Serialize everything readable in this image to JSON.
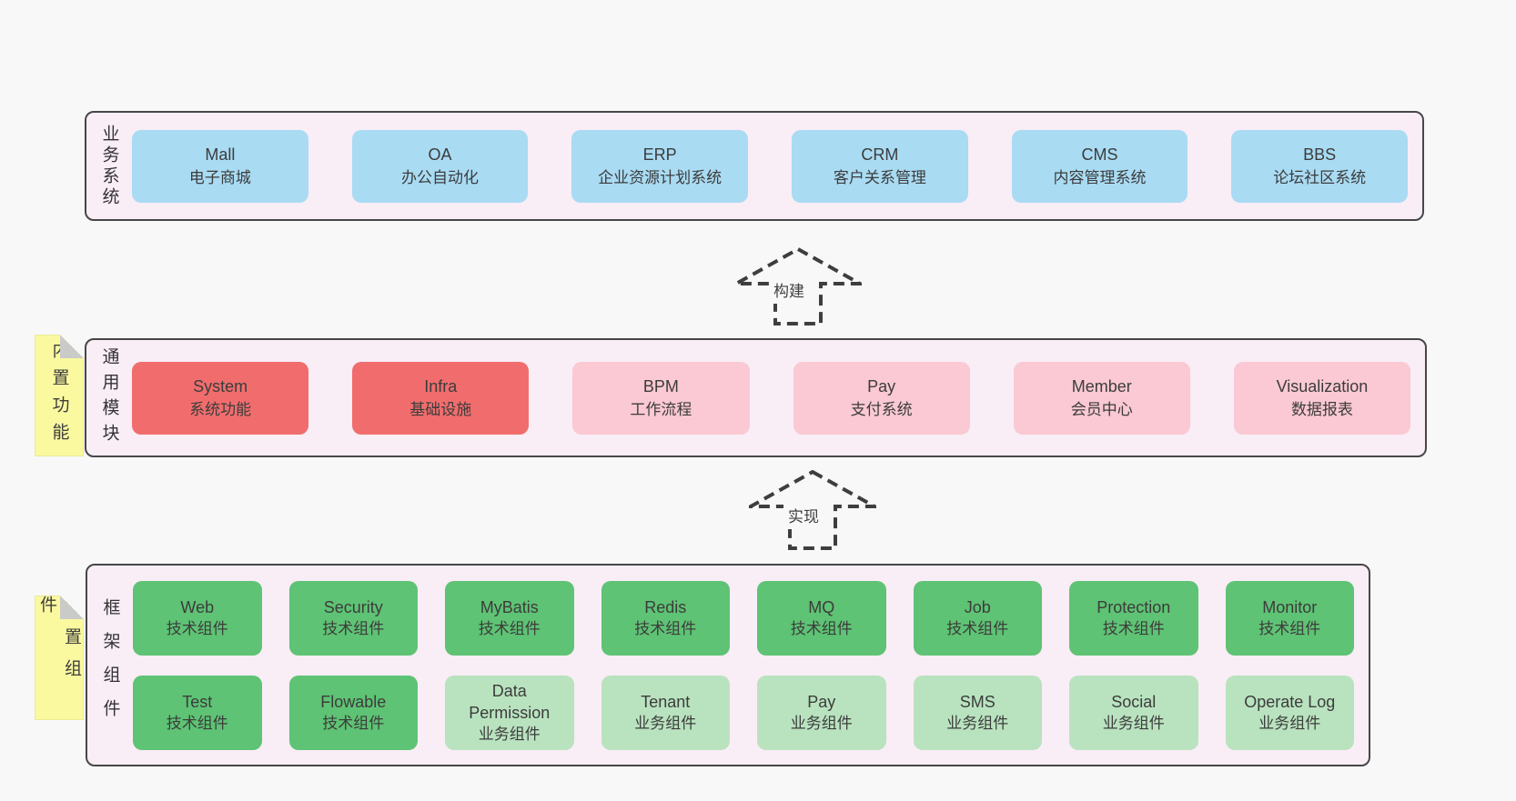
{
  "diagram": {
    "colors": {
      "page_bg": "#f8f8f8",
      "panel_bg": "#f9edf6",
      "panel_border": "#474747",
      "box_blue": "#a9dbf3",
      "box_red": "#f16d6d",
      "box_pink": "#fac9d3",
      "box_green": "#5ec374",
      "box_green_light": "#b9e3bf",
      "sticky_yellow": "#fbf9a0",
      "sticky_fold": "#c9cbc8",
      "text": "#3c3c3c",
      "arrow": "#3e3e3e"
    },
    "panels": [
      {
        "label": "业务系统",
        "rows": [
          [
            {
              "title": "Mall",
              "subtitle": "电子商城",
              "variant": "blue"
            },
            {
              "title": "OA",
              "subtitle": "办公自动化",
              "variant": "blue"
            },
            {
              "title": "ERP",
              "subtitle": "企业资源计划系统",
              "variant": "blue"
            },
            {
              "title": "CRM",
              "subtitle": "客户关系管理",
              "variant": "blue"
            },
            {
              "title": "CMS",
              "subtitle": "内容管理系统",
              "variant": "blue"
            },
            {
              "title": "BBS",
              "subtitle": "论坛社区系统",
              "variant": "blue"
            }
          ]
        ]
      },
      {
        "label": "通用模块",
        "sticky": "内置功能",
        "rows": [
          [
            {
              "title": "System",
              "subtitle": "系统功能",
              "variant": "red"
            },
            {
              "title": "Infra",
              "subtitle": "基础设施",
              "variant": "red"
            },
            {
              "title": "BPM",
              "subtitle": "工作流程",
              "variant": "pink"
            },
            {
              "title": "Pay",
              "subtitle": "支付系统",
              "variant": "pink"
            },
            {
              "title": "Member",
              "subtitle": "会员中心",
              "variant": "pink"
            },
            {
              "title": "Visualization",
              "subtitle": "数据报表",
              "variant": "pink"
            }
          ]
        ]
      },
      {
        "label": "框架组件",
        "sticky": "内置组件",
        "rows": [
          [
            {
              "title": "Web",
              "subtitle": "技术组件",
              "variant": "green"
            },
            {
              "title": "Security",
              "subtitle": "技术组件",
              "variant": "green"
            },
            {
              "title": "MyBatis",
              "subtitle": "技术组件",
              "variant": "green"
            },
            {
              "title": "Redis",
              "subtitle": "技术组件",
              "variant": "green"
            },
            {
              "title": "MQ",
              "subtitle": "技术组件",
              "variant": "green"
            },
            {
              "title": "Job",
              "subtitle": "技术组件",
              "variant": "green"
            },
            {
              "title": "Protection",
              "subtitle": "技术组件",
              "variant": "green"
            },
            {
              "title": "Monitor",
              "subtitle": "技术组件",
              "variant": "green"
            }
          ],
          [
            {
              "title": "Test",
              "subtitle": "技术组件",
              "variant": "green"
            },
            {
              "title": "Flowable",
              "subtitle": "技术组件",
              "variant": "green"
            },
            {
              "title": "Data Permission",
              "subtitle": "业务组件",
              "variant": "green-light"
            },
            {
              "title": "Tenant",
              "subtitle": "业务组件",
              "variant": "green-light"
            },
            {
              "title": "Pay",
              "subtitle": "业务组件",
              "variant": "green-light"
            },
            {
              "title": "SMS",
              "subtitle": "业务组件",
              "variant": "green-light"
            },
            {
              "title": "Social",
              "subtitle": "业务组件",
              "variant": "green-light"
            },
            {
              "title": "Operate Log",
              "subtitle": "业务组件",
              "variant": "green-light"
            }
          ]
        ]
      }
    ],
    "arrows": [
      {
        "label": "构建"
      },
      {
        "label": "实现"
      }
    ]
  }
}
